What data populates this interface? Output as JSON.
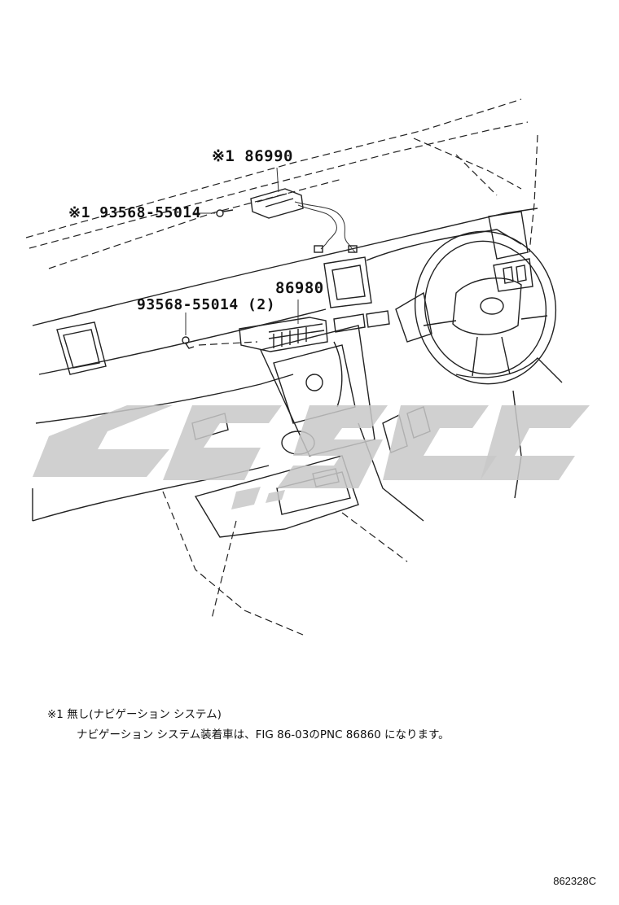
{
  "callouts": {
    "sensor_part": "※1 86990",
    "screw_part_top": "※1 93568-55014",
    "amplifier_part": "86980",
    "screw_part_bottom": "93568-55014 (2)"
  },
  "notes": {
    "line1": "※1  無し(ナビゲーション  システム)",
    "line2": "ナビゲーション  システム装着車は、FIG 86-03のPNC 86860 になります。"
  },
  "figure_code": "862328C",
  "colors": {
    "line": "#222222",
    "watermark": "#c8c8c8"
  }
}
